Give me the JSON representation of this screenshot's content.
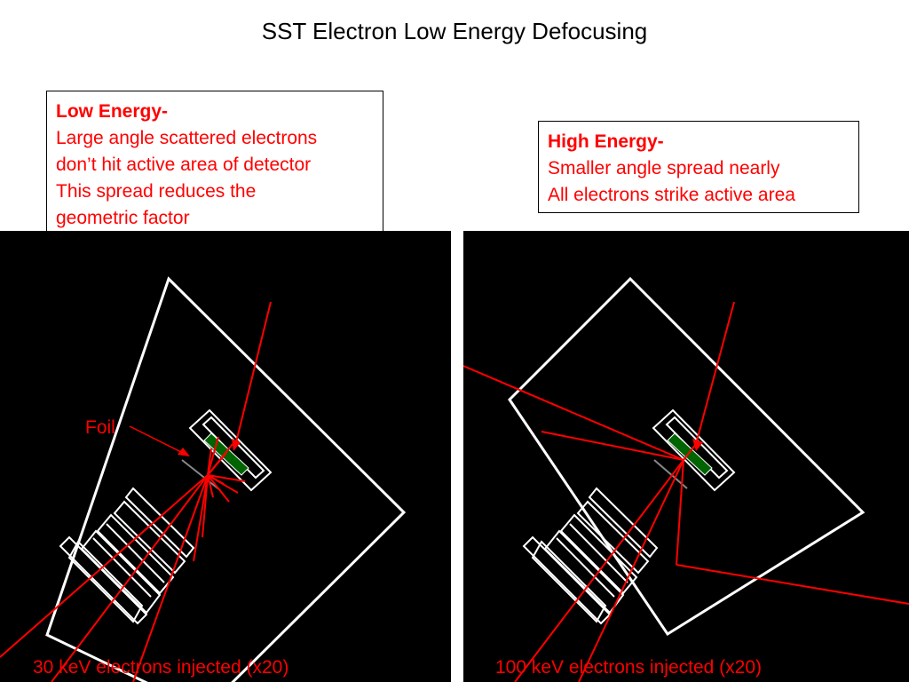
{
  "title": "SST Electron Low Energy Defocusing",
  "low_energy": {
    "heading": "Low Energy-",
    "lines": [
      "Large angle scattered electrons",
      "don’t hit active area of detector",
      "This spread reduces the",
      "geometric factor"
    ]
  },
  "high_energy": {
    "heading": "High Energy-",
    "lines": [
      "Smaller angle spread nearly",
      "All electrons strike active area"
    ]
  },
  "left_panel": {
    "foil_label": "Foil",
    "caption": "30 keV electrons injected (x20)"
  },
  "right_panel": {
    "caption": "100 keV electrons injected (x20)"
  },
  "colors": {
    "trajectory": "#ff0000",
    "outline": "#ffffff",
    "detector": "#006400",
    "background": "#000000"
  }
}
